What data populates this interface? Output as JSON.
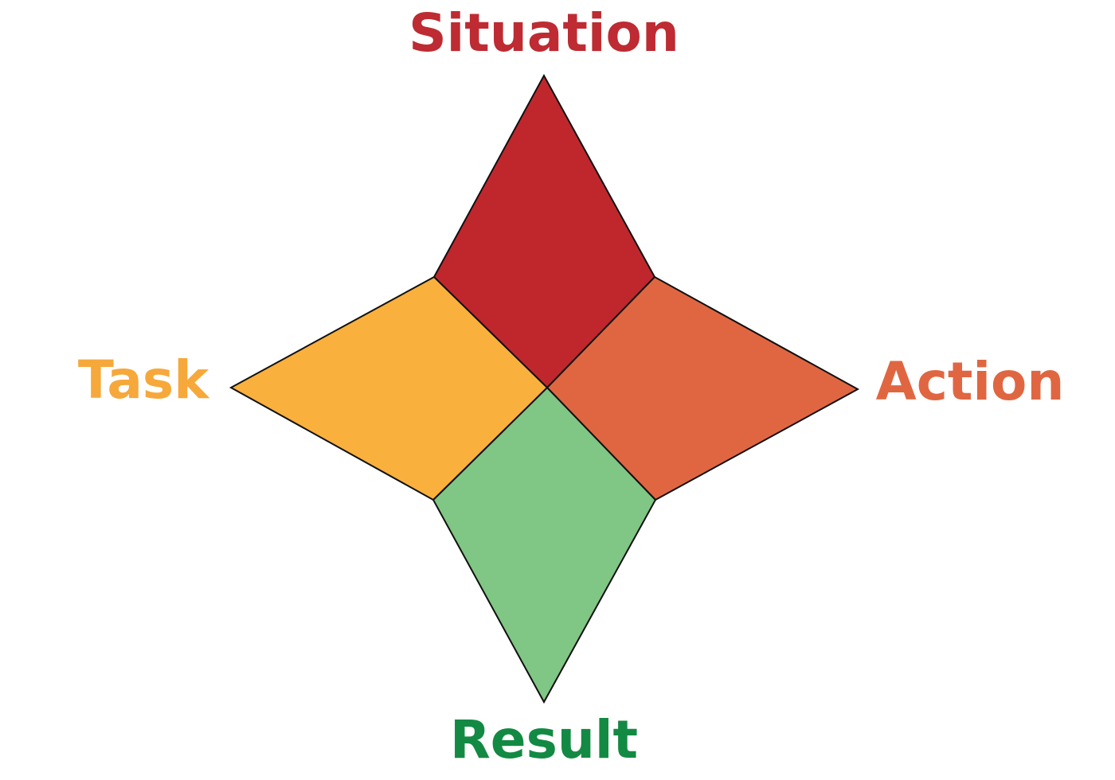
{
  "diagram": {
    "segments": [
      {
        "key": "situation",
        "label": "Situation",
        "fill": "#c0272d",
        "text_color": "#be2b32"
      },
      {
        "key": "action",
        "label": "Action",
        "fill": "#e06642",
        "text_color": "#e06642"
      },
      {
        "key": "result",
        "label": "Result",
        "fill": "#80c684",
        "text_color": "#138a43"
      },
      {
        "key": "task",
        "label": "Task",
        "fill": "#f9b03d",
        "text_color": "#f7a83a"
      }
    ]
  }
}
